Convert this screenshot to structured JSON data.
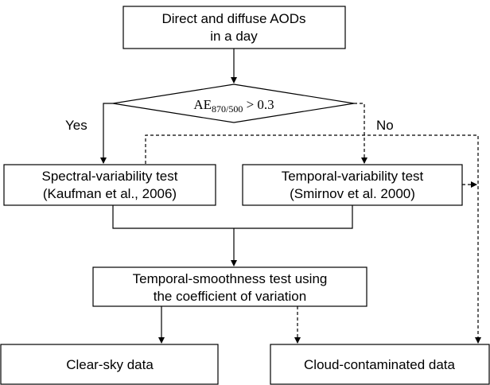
{
  "nodes": {
    "start": {
      "line1": "Direct and diffuse AODs",
      "line2": "in a day"
    },
    "decision": {
      "symbol": "AE",
      "subscript": "870/500",
      "condition": " > 0.3"
    },
    "spectral": {
      "line1": "Spectral-variability test",
      "line2": "(Kaufman  et al., 2006)"
    },
    "temporal": {
      "line1": "Temporal-variability  test",
      "line2": "(Smirnov  et al. 2000)"
    },
    "smoothness": {
      "line1": "Temporal-smoothness  test using",
      "line2": "the coefficient of variation"
    },
    "clear": {
      "label": "Clear-sky data"
    },
    "cloud": {
      "label": "Cloud-contaminated  data"
    }
  },
  "edges": {
    "yes_label": "Yes",
    "no_label": "No"
  }
}
